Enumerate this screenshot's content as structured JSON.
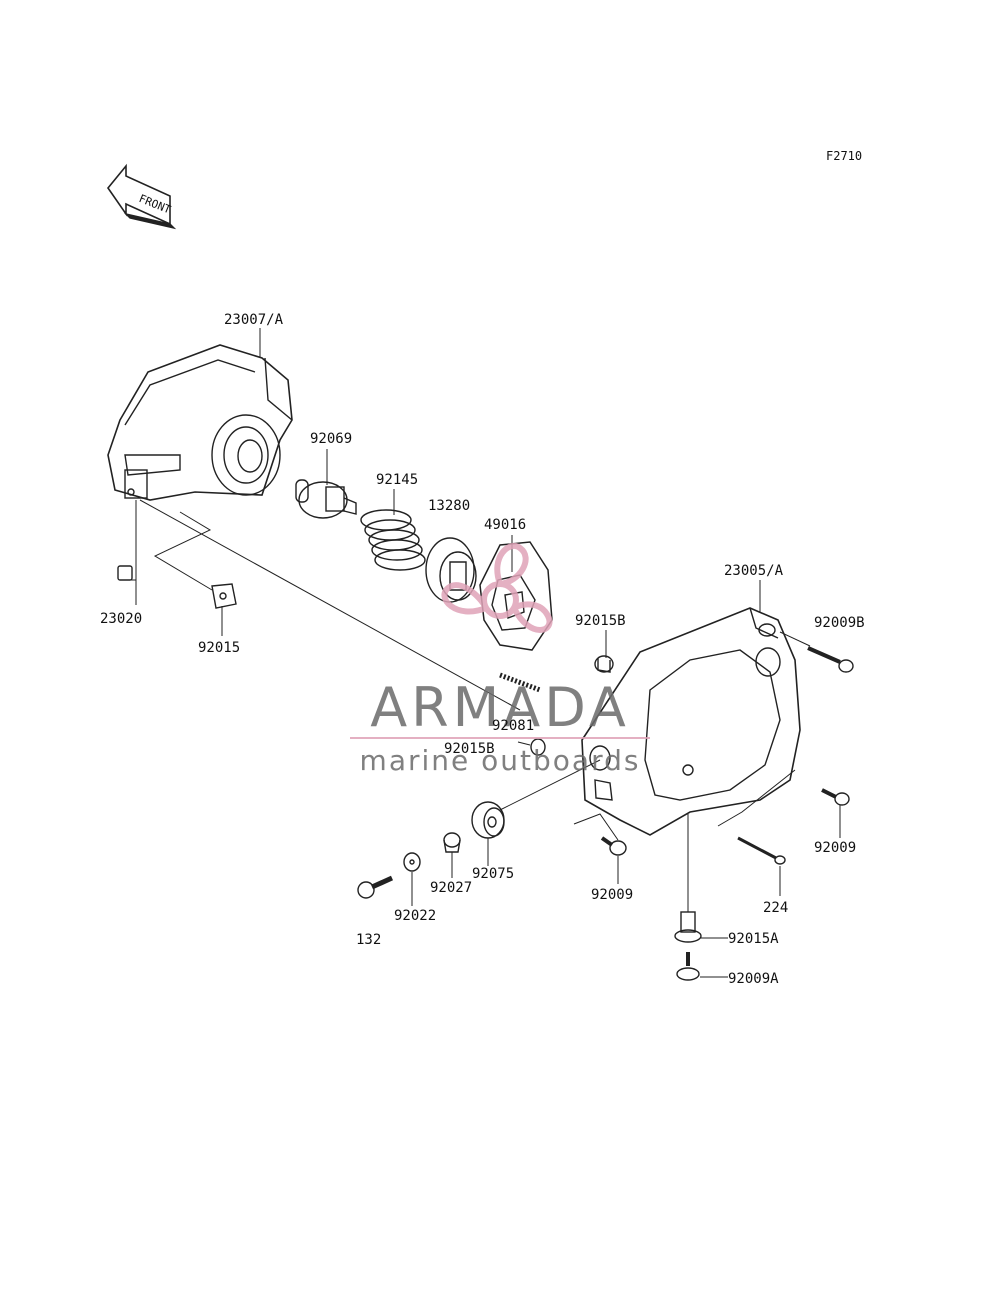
{
  "figure_code": "F2710",
  "front_label": "FRONT",
  "parts": {
    "p23007": "23007/A",
    "p92069": "92069",
    "p92145": "92145",
    "p13280": "13280",
    "p49016": "49016",
    "p23020": "23020",
    "p92015": "92015",
    "p23005": "23005/A",
    "p92015B_top": "92015B",
    "p92009B": "92009B",
    "p92081": "92081",
    "p92015B_mid": "92015B",
    "p92009_right": "92009",
    "p92075": "92075",
    "p92027": "92027",
    "p92022": "92022",
    "p132": "132",
    "p92009_mid": "92009",
    "p224": "224",
    "p92015A": "92015A",
    "p92009A": "92009A"
  },
  "watermark": {
    "brand": "ARMADA",
    "tagline": "marine outboards",
    "brand_color": "#6b6b6b",
    "accent_color": "#e0a3b8"
  }
}
